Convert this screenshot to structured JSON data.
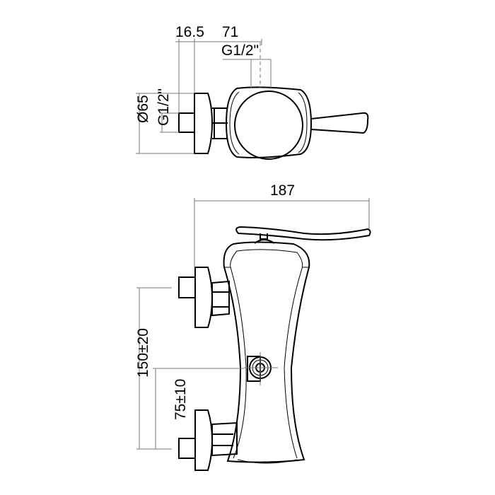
{
  "dimensions": {
    "top_offset": "16.5",
    "top_center": "71",
    "top_thread": "G1/2\"",
    "flange_diameter": "Ø65",
    "side_thread": "G1/2\"",
    "overall_width": "187",
    "inlet_spacing": "150±20",
    "outlet_height": "75±10"
  }
}
